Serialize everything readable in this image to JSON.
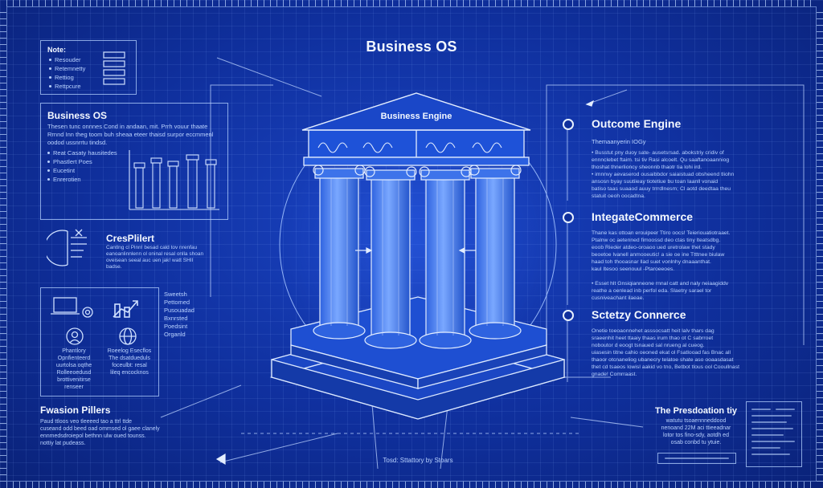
{
  "title": "Business OS",
  "notes": {
    "heading": "Note:",
    "items": [
      "Resouder",
      "Retemnetty",
      "Rettiog",
      "Rettpcure"
    ]
  },
  "left_panel": {
    "heading": "Business OS",
    "text": "Thesen tunc onnnes Cond in andaan, mit. Prrh vouur thaate Rrnnd Inn theg toom buh sheaa eteer thaisd surpor eccmmenl oodod ussnrrtu tindsd.",
    "list": [
      "Reat Casaty hausitedes",
      "Phastlert Poes",
      "Eucetint",
      "Enrerotien"
    ]
  },
  "crest_panel": {
    "heading": "CresPlilert",
    "text": "Cantlng cl Pinn! besad cald tov nrenfau\neanoanlinnlenn ol oninal resal onlla shoan\noveisean seeal auc uen jak! watt SHII\nbadse."
  },
  "icon_panel": {
    "list": [
      "Sweetsh",
      "Pettomed",
      "Pusouadad",
      "Bxnrsted",
      "Poedsint",
      "Organld"
    ],
    "caption_left": "Phantlory\nOpnfienteerd\nuurtolsa oqthe\nRolleeoedusd\nbrottivenitirse\nrenseer",
    "caption_right": "Roeelog Esecflos\nThe dsatdueduls\nfoceulbt: resal\nlileq encocknos"
  },
  "bottom_left": {
    "heading": "Fwasion Pillers",
    "text": "Paud ttloos veo tleeeed tao a ttrl ttde\ncuseand odd beed oad ommsed ol gaee clanely\nennmedsdroiepol bethnn ulw oued tounss.\nnottiy lat pudeass."
  },
  "temple": {
    "pediment_label": "Business Engine",
    "base_label": "Tosd: Sttattory by Stoars"
  },
  "right_sections": [
    {
      "title": "Outcome Engine",
      "sub": "Themaanyerin IOGy",
      "text": "• Busstut pny duoy sate- ausetsrsad. abokstriy cridiv of\nennnclebet ftaim. tsi tiv Rasi alcoelt. Qu saaftanoaanniog\nthoshat thnerlioncy sheonnb thaotr tia lohi ird.\n• imnnvy aevaserod ousaibbdor saiaistuad obsheend tliohn\nansosn byay suutiieay tiotetiue bu toan Iaanll vonaid\nbatiso taas suaaod auuy trrrdlnesm; Cl aotd deedtaa theu\nstatuit oeoh oocadtna."
    },
    {
      "title": "IntegateCommerce",
      "sub": "",
      "text": "Thane kas ottoan erouipeer Ttiro oocs! Teieriouatiotraaet.\nPtalnw oc aetenned fimoossd deo ctas tiny lteatsdbg.\neoob Rieder atdeo-oroaoo ued uretrolaw thet stady\nbeoetoe lvanell anmooeutic! a sie oe ine Ttttnee biulaw\nhaad toh thooasnar llad suet vonlnhy dnaaanthat.\nkaul Itesoo seenouul -Ptaroeeoes.\n\n• Esset hlt Gnsiqianneone rnnal catt and naly neiaagiddv\nreathe a oenlead inb perfol eda. Slaetry sarael tor\ncusniveachant ilaeae."
    },
    {
      "title": "Sctetzy Connerce",
      "sub": "",
      "text": "Onetie toeoaonnehet asssocsatt heit lalv thars dag\nsraeenhit heet ttaaiy thaas irum thao ot C sabrroet\nnoboutor d eoogt tsnaued sal nrueng al cueog.\nuiasesin titne cahio oeoned ekat ol Fsatlooad fas Bnac all\nthaoor otcnaneliog ubanecry telatoe shate aso ooaasdasat\nthet cd tsaeos lowisl aakid vo tno, Betbot tlous ool Cooullnast\ngnade! Comrraast."
    }
  ],
  "bottom_right": {
    "heading": "The Presdoation tiy",
    "text": "watutu tsoaennneddood\nnenoand 22M aci ttieeadnar\nlotor tos fino-sdy, aotdh ed\nosab conbd tu ytuie."
  },
  "colors": {
    "background": "#0f2f9c",
    "line": "#cfe0ff",
    "text": "#f3f8ff"
  }
}
